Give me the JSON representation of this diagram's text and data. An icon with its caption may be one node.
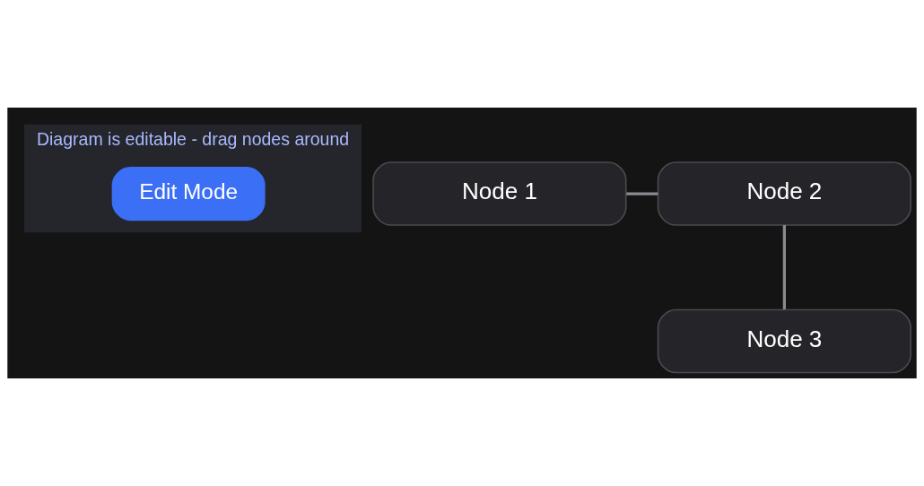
{
  "diagram": {
    "nodes": [
      {
        "text": [
          "Diagram is editable - drag nodes around"
        ]
      },
      {
        "text": [
          "Edit Mode"
        ],
        "in": 0
      },
      {
        "text": [
          "Node 1"
        ]
      },
      {
        "text": [
          "Node 2"
        ]
      },
      {
        "text": [
          "Node 3"
        ]
      }
    ],
    "edges": [
      {
        "from": 2,
        "to": 3,
        "arrow": "none"
      },
      {
        "from": 3,
        "to": 4,
        "arrow": "none"
      }
    ]
  }
}
